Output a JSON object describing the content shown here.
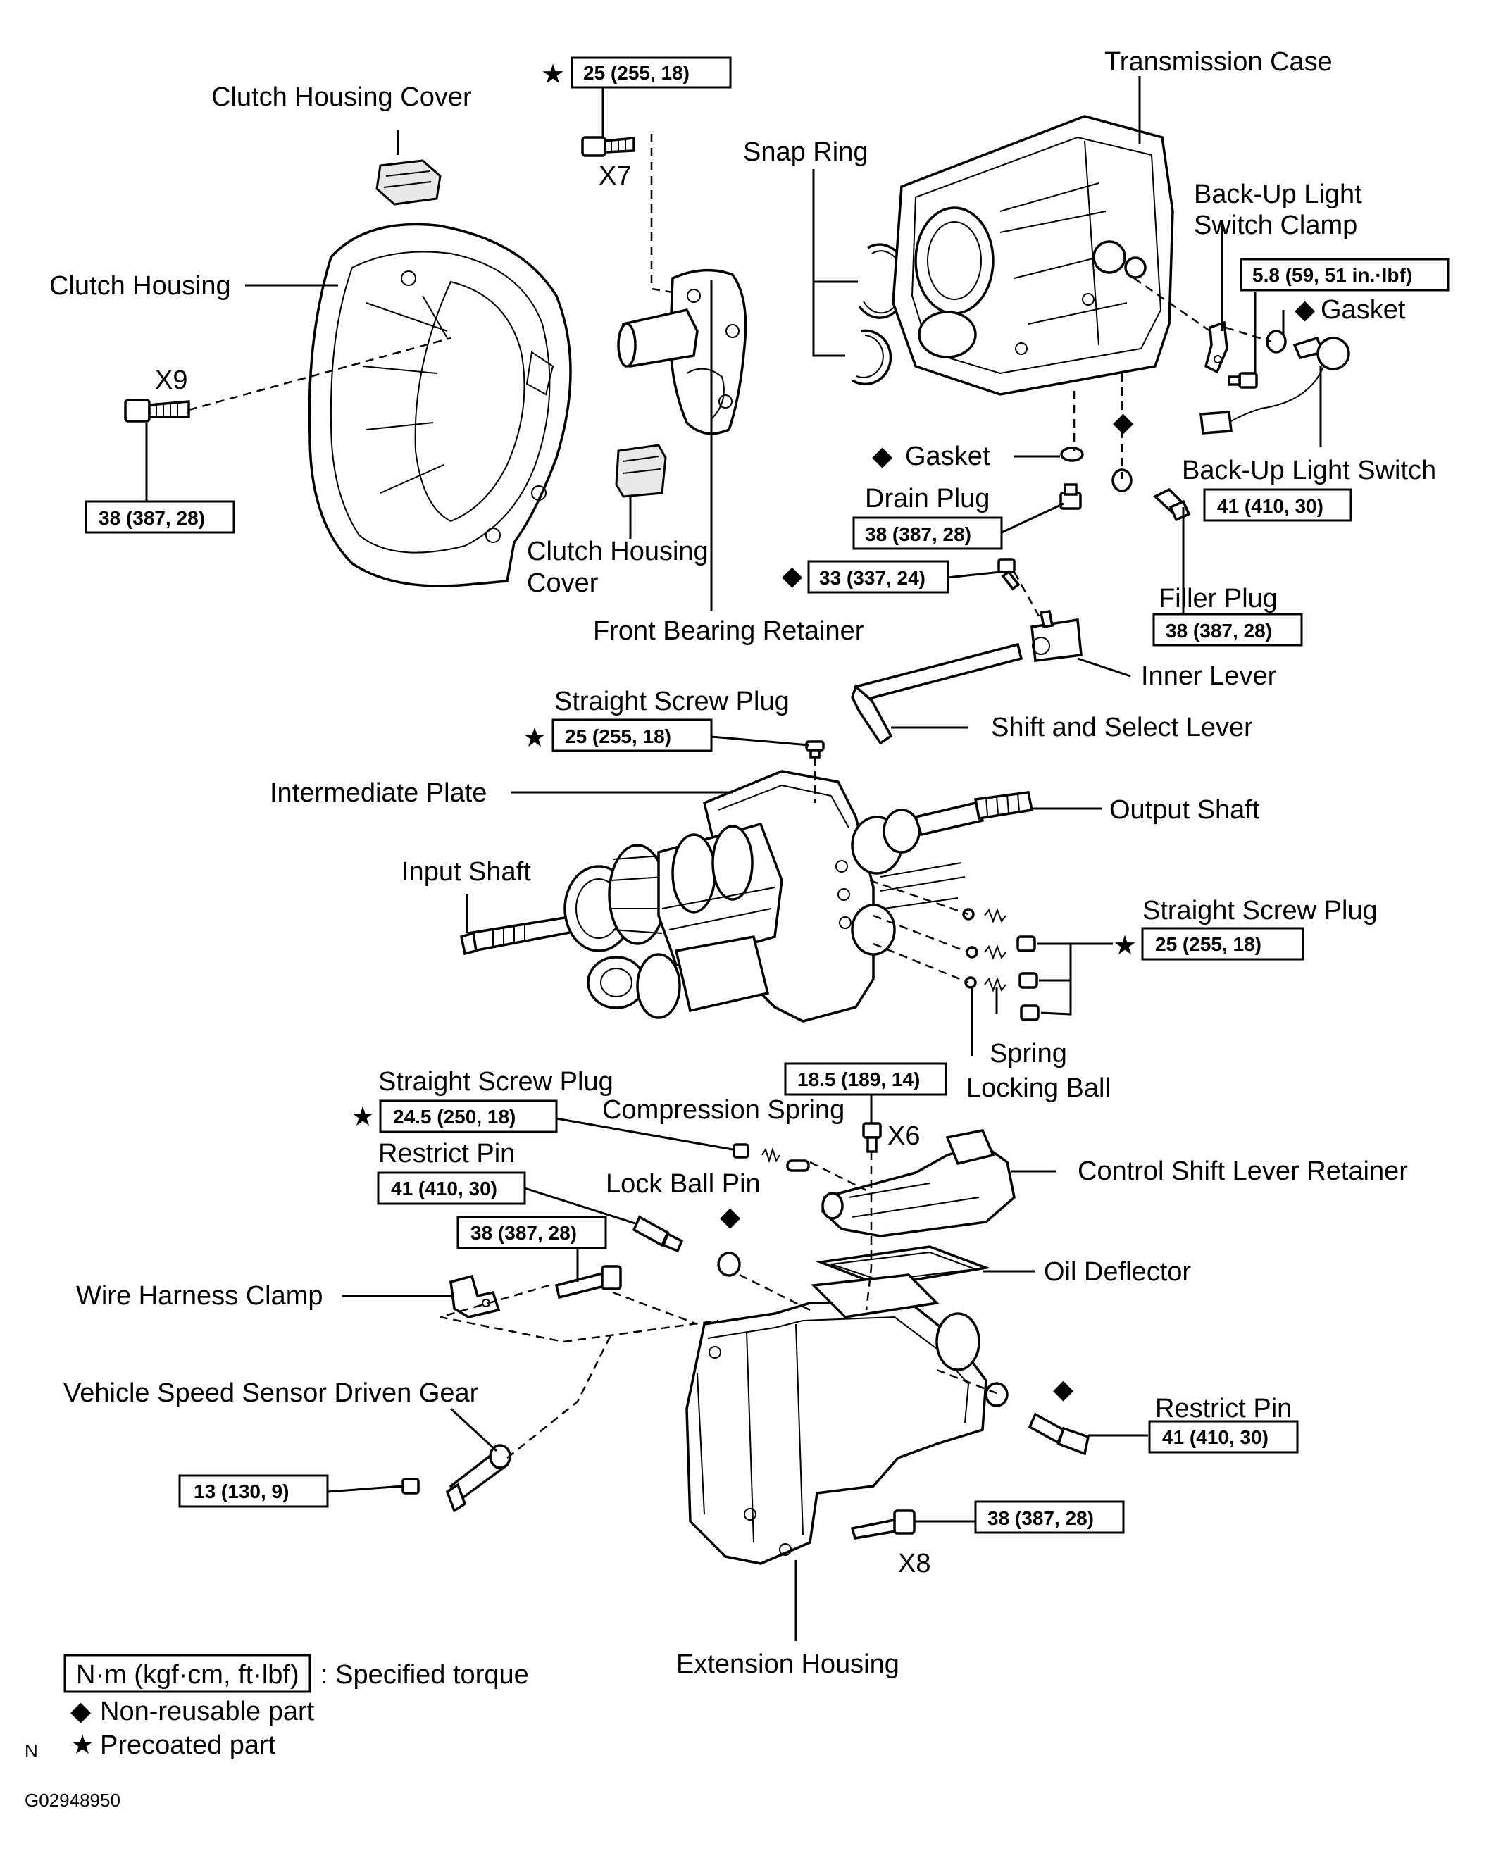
{
  "labels": {
    "transmission_case": "Transmission Case",
    "clutch_housing_cover_top": "Clutch Housing Cover",
    "snap_ring": "Snap Ring",
    "backup_light_switch_clamp_1": "Back-Up  Light",
    "backup_light_switch_clamp_2": "Switch Clamp",
    "clutch_housing": "Clutch Housing",
    "gasket_switch": "Gasket",
    "x9": "X9",
    "x7": "X7",
    "gasket_drain": "Gasket",
    "drain_plug": "Drain Plug",
    "backup_light_switch": "Back-Up  Light Switch",
    "clutch_housing_cover_bottom_1": "Clutch Housing",
    "clutch_housing_cover_bottom_2": "Cover",
    "filler_plug": "Filler Plug",
    "front_bearing_retainer": "Front Bearing Retainer",
    "inner_lever": "Inner Lever",
    "straight_screw_plug_top": "Straight Screw Plug",
    "shift_select_lever": "Shift and Select Lever",
    "intermediate_plate": "Intermediate Plate",
    "output_shaft": "Output Shaft",
    "input_shaft": "Input Shaft",
    "straight_screw_plug_right": "Straight Screw Plug",
    "spring": "Spring",
    "locking_ball": "Locking Ball",
    "straight_screw_plug_left": "Straight Screw Plug",
    "compression_spring": "Compression Spring",
    "x6": "X6",
    "restrict_pin_left": "Restrict Pin",
    "control_shift_lever_retainer": "Control Shift Lever Retainer",
    "lock_ball_pin": "Lock Ball Pin",
    "oil_deflector": "Oil Deflector",
    "wire_harness_clamp": "Wire Harness Clamp",
    "vehicle_speed_sensor": "Vehicle Speed Sensor Driven Gear",
    "restrict_pin_right": "Restrict Pin",
    "x8": "X8",
    "extension_housing": "Extension Housing"
  },
  "torques": {
    "t_x7_bolt": "25 (255, 18)",
    "t_switch_clamp": "5.8 (59, 51 in.·lbf)",
    "t_clutch_housing": "38 (387, 28)",
    "t_drain_plug": "38 (387, 28)",
    "t_backup_switch": "41 (410, 30)",
    "t_33": "33 (337, 24)",
    "t_filler_plug": "38 (387, 28)",
    "t_screw_plug_top": "25 (255, 18)",
    "t_screw_plug_right": "25 (255, 18)",
    "t_x6": "18.5 (189, 14)",
    "t_screw_plug_left": "24.5 (250, 18)",
    "t_restrict_pin_left": "41 (410, 30)",
    "t_harness_bolt": "38 (387, 28)",
    "t_restrict_pin_right": "41 (410, 30)",
    "t_speed_sensor": "13 (130, 9)",
    "t_x8": "38 (387, 28)"
  },
  "symbols": {
    "diamond": "◆",
    "star": "★"
  },
  "legend": {
    "unit_box": "N·m (kgf·cm, ft·lbf)",
    "unit_desc": ": Specified torque",
    "non_reusable": "Non-reusable  part",
    "precoated": "Precoated part"
  },
  "footer": {
    "n_mark": "N",
    "figure_id": "G02948950"
  }
}
